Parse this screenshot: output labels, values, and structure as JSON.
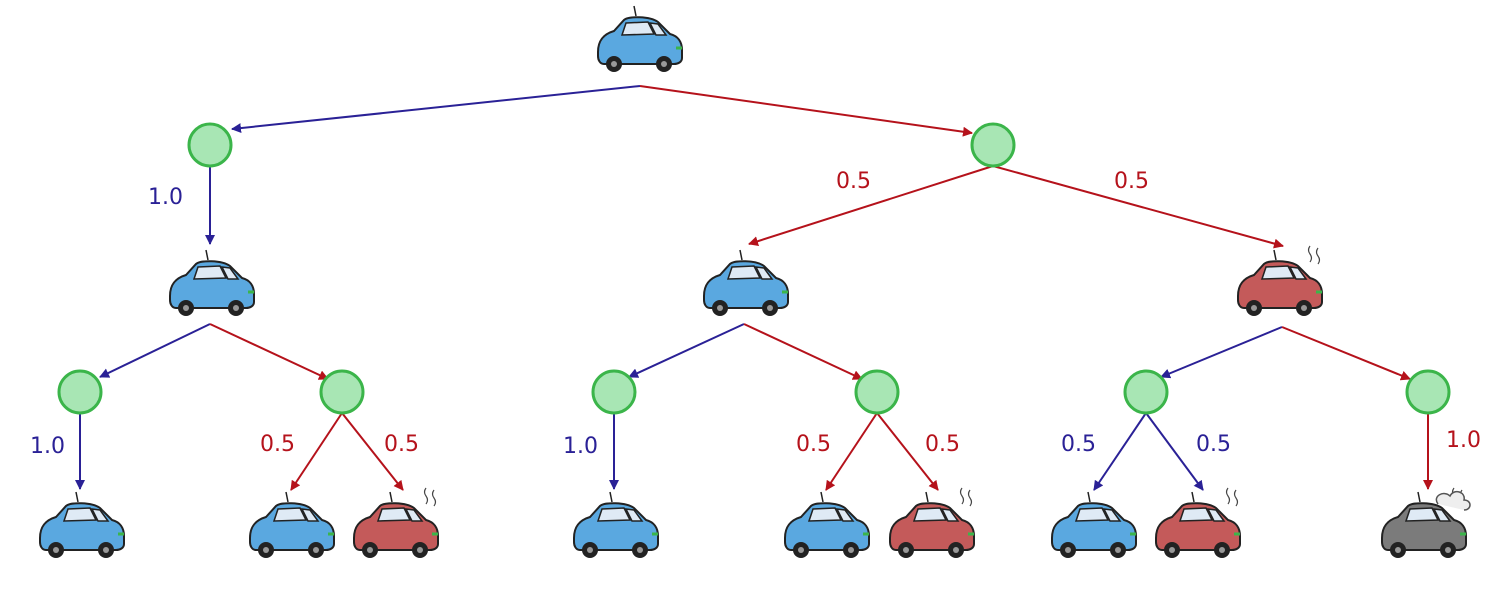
{
  "colors": {
    "blue_edge": "#2a2196",
    "red_edge": "#b5121b",
    "chance_fill": "#a8e6b4",
    "chance_stroke": "#3bb54a",
    "car_cool": "#5aa8e0",
    "car_warm": "#c45a5a",
    "car_overheated": "#7b7b7b"
  },
  "tree": {
    "root": {
      "state": "cool"
    },
    "branch_labels": {
      "left": {
        "prob": "1.0"
      },
      "right_a": {
        "prob": "0.5"
      },
      "right_b": {
        "prob": "0.5"
      }
    },
    "level2": [
      {
        "state": "cool"
      },
      {
        "state": "cool"
      },
      {
        "state": "warm"
      }
    ],
    "leaf_labels": {
      "g1_left": "1.0",
      "g1_right_a": "0.5",
      "g1_right_b": "0.5",
      "g2_left": "1.0",
      "g2_right_a": "0.5",
      "g2_right_b": "0.5",
      "g3_left_a": "0.5",
      "g3_left_b": "0.5",
      "g3_right": "1.0"
    },
    "leaves": [
      {
        "state": "cool"
      },
      {
        "state": "cool"
      },
      {
        "state": "warm"
      },
      {
        "state": "cool"
      },
      {
        "state": "cool"
      },
      {
        "state": "warm"
      },
      {
        "state": "cool"
      },
      {
        "state": "warm"
      },
      {
        "state": "overheated"
      }
    ]
  }
}
